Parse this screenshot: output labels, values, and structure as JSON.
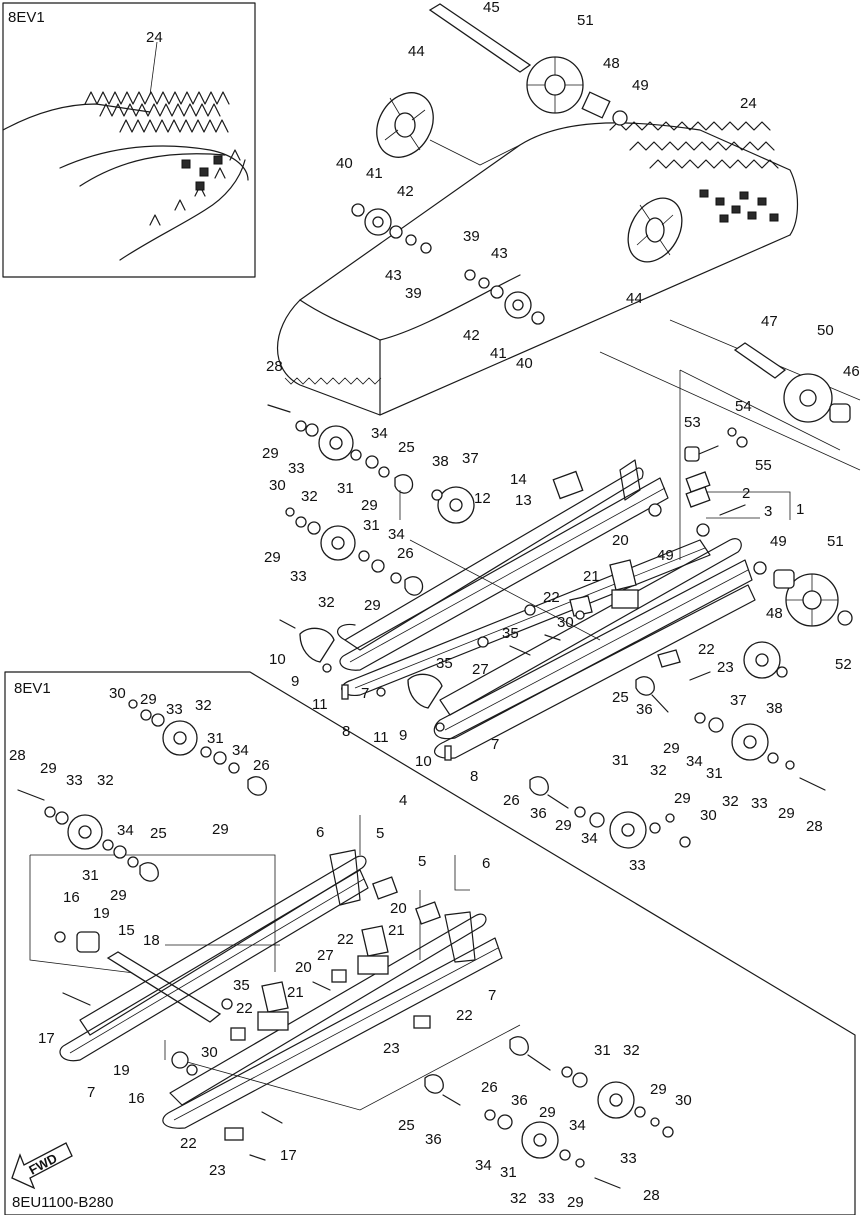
{
  "inset_top": {
    "label": "8EV1",
    "callout": "24"
  },
  "inset_bottom": {
    "label": "8EV1"
  },
  "figure_code": "8EU1100-B280",
  "fwd_label": "FWD",
  "callouts": [
    {
      "id": "c45",
      "t": "45"
    },
    {
      "id": "c51a",
      "t": "51"
    },
    {
      "id": "c44a",
      "t": "44"
    },
    {
      "id": "c48a",
      "t": "48"
    },
    {
      "id": "c49a",
      "t": "49"
    },
    {
      "id": "c24",
      "t": "24"
    },
    {
      "id": "c40a",
      "t": "40"
    },
    {
      "id": "c41a",
      "t": "41"
    },
    {
      "id": "c42a",
      "t": "42"
    },
    {
      "id": "c39a",
      "t": "39"
    },
    {
      "id": "c43a",
      "t": "43"
    },
    {
      "id": "c43b",
      "t": "43"
    },
    {
      "id": "c39b",
      "t": "39"
    },
    {
      "id": "c44b",
      "t": "44"
    },
    {
      "id": "c42b",
      "t": "42"
    },
    {
      "id": "c41b",
      "t": "41"
    },
    {
      "id": "c40b",
      "t": "40"
    },
    {
      "id": "c47",
      "t": "47"
    },
    {
      "id": "c50",
      "t": "50"
    },
    {
      "id": "c46",
      "t": "46"
    },
    {
      "id": "c28a",
      "t": "28"
    },
    {
      "id": "c54",
      "t": "54"
    },
    {
      "id": "c53",
      "t": "53"
    },
    {
      "id": "c55",
      "t": "55"
    },
    {
      "id": "c34a",
      "t": "34"
    },
    {
      "id": "c25a",
      "t": "25"
    },
    {
      "id": "c38a",
      "t": "38"
    },
    {
      "id": "c37a",
      "t": "37"
    },
    {
      "id": "c14",
      "t": "14"
    },
    {
      "id": "c29a",
      "t": "29"
    },
    {
      "id": "c33a",
      "t": "33"
    },
    {
      "id": "c31a",
      "t": "31"
    },
    {
      "id": "c29b",
      "t": "29"
    },
    {
      "id": "c12",
      "t": "12"
    },
    {
      "id": "c13",
      "t": "13"
    },
    {
      "id": "c2",
      "t": "2"
    },
    {
      "id": "c32a",
      "t": "32"
    },
    {
      "id": "c30a",
      "t": "30"
    },
    {
      "id": "c3",
      "t": "3"
    },
    {
      "id": "c1",
      "t": "1"
    },
    {
      "id": "c31b",
      "t": "31"
    },
    {
      "id": "c34b",
      "t": "34"
    },
    {
      "id": "c49b",
      "t": "49"
    },
    {
      "id": "c49c",
      "t": "49"
    },
    {
      "id": "c20a",
      "t": "20"
    },
    {
      "id": "c29c",
      "t": "29"
    },
    {
      "id": "c26a",
      "t": "26"
    },
    {
      "id": "c33b",
      "t": "33"
    },
    {
      "id": "c21a",
      "t": "21"
    },
    {
      "id": "c51b",
      "t": "51"
    },
    {
      "id": "c32b",
      "t": "32"
    },
    {
      "id": "c29d",
      "t": "29"
    },
    {
      "id": "c22a",
      "t": "22"
    },
    {
      "id": "c30b",
      "t": "30"
    },
    {
      "id": "c48b",
      "t": "48"
    },
    {
      "id": "c35a",
      "t": "35"
    },
    {
      "id": "c10a",
      "t": "10"
    },
    {
      "id": "c22b",
      "t": "22"
    },
    {
      "id": "c52",
      "t": "52"
    },
    {
      "id": "c35b",
      "t": "35"
    },
    {
      "id": "c27a",
      "t": "27"
    },
    {
      "id": "c9a",
      "t": "9"
    },
    {
      "id": "c23a",
      "t": "23"
    },
    {
      "id": "c11a",
      "t": "11"
    },
    {
      "id": "c7a",
      "t": "7"
    },
    {
      "id": "c37b",
      "t": "37"
    },
    {
      "id": "c38b",
      "t": "38"
    },
    {
      "id": "c8a",
      "t": "8"
    },
    {
      "id": "c11b",
      "t": "11"
    },
    {
      "id": "c9b",
      "t": "9"
    },
    {
      "id": "c25b",
      "t": "25"
    },
    {
      "id": "c36a",
      "t": "36"
    },
    {
      "id": "c7b",
      "t": "7"
    },
    {
      "id": "c10b",
      "t": "10"
    },
    {
      "id": "c29e",
      "t": "29"
    },
    {
      "id": "c34c",
      "t": "34"
    },
    {
      "id": "c31c",
      "t": "31"
    },
    {
      "id": "c8b",
      "t": "8"
    },
    {
      "id": "c31d",
      "t": "31"
    },
    {
      "id": "c32c",
      "t": "32"
    },
    {
      "id": "c29f",
      "t": "29"
    },
    {
      "id": "c26b",
      "t": "26"
    },
    {
      "id": "c36b",
      "t": "36"
    },
    {
      "id": "c29g",
      "t": "29"
    },
    {
      "id": "c34d",
      "t": "34"
    },
    {
      "id": "c32d",
      "t": "32"
    },
    {
      "id": "c33c",
      "t": "33"
    },
    {
      "id": "c29h",
      "t": "29"
    },
    {
      "id": "c28b",
      "t": "28"
    },
    {
      "id": "c30c",
      "t": "30"
    },
    {
      "id": "c33d",
      "t": "33"
    },
    {
      "id": "d30",
      "t": "30"
    },
    {
      "id": "d29a",
      "t": "29"
    },
    {
      "id": "d33a",
      "t": "33"
    },
    {
      "id": "d32a",
      "t": "32"
    },
    {
      "id": "d28",
      "t": "28"
    },
    {
      "id": "d29b",
      "t": "29"
    },
    {
      "id": "d33b",
      "t": "33"
    },
    {
      "id": "d32b",
      "t": "32"
    },
    {
      "id": "d31a",
      "t": "31"
    },
    {
      "id": "d34a",
      "t": "34"
    },
    {
      "id": "d26",
      "t": "26"
    },
    {
      "id": "d29c",
      "t": "29"
    },
    {
      "id": "d34b",
      "t": "34"
    },
    {
      "id": "d31b",
      "t": "31"
    },
    {
      "id": "d25",
      "t": "25"
    },
    {
      "id": "d29d",
      "t": "29"
    },
    {
      "id": "d16a",
      "t": "16"
    },
    {
      "id": "d19a",
      "t": "19"
    },
    {
      "id": "d15",
      "t": "15"
    },
    {
      "id": "d18",
      "t": "18"
    },
    {
      "id": "d4",
      "t": "4"
    },
    {
      "id": "d6a",
      "t": "6"
    },
    {
      "id": "d5a",
      "t": "5"
    },
    {
      "id": "d5b",
      "t": "5"
    },
    {
      "id": "d6b",
      "t": "6"
    },
    {
      "id": "d20a",
      "t": "20"
    },
    {
      "id": "d22a",
      "t": "22"
    },
    {
      "id": "d21a",
      "t": "21"
    },
    {
      "id": "d27",
      "t": "27"
    },
    {
      "id": "d20b",
      "t": "20"
    },
    {
      "id": "d21b",
      "t": "21"
    },
    {
      "id": "d35",
      "t": "35"
    },
    {
      "id": "d22b",
      "t": "22"
    },
    {
      "id": "d22c",
      "t": "22"
    },
    {
      "id": "d7a",
      "t": "7"
    },
    {
      "id": "d17a",
      "t": "17"
    },
    {
      "id": "d30b",
      "t": "30"
    },
    {
      "id": "d23a",
      "t": "23"
    },
    {
      "id": "d19b",
      "t": "19"
    },
    {
      "id": "d7b",
      "t": "7"
    },
    {
      "id": "d16b",
      "t": "16"
    },
    {
      "id": "d31c",
      "t": "31"
    },
    {
      "id": "d32c",
      "t": "32"
    },
    {
      "id": "d26b",
      "t": "26"
    },
    {
      "id": "d36a",
      "t": "36"
    },
    {
      "id": "d29e",
      "t": "29"
    },
    {
      "id": "d30c",
      "t": "30"
    },
    {
      "id": "d34c",
      "t": "34"
    },
    {
      "id": "d25b",
      "t": "25"
    },
    {
      "id": "d36b",
      "t": "36"
    },
    {
      "id": "d29f",
      "t": "29"
    },
    {
      "id": "d33c",
      "t": "33"
    },
    {
      "id": "d22d",
      "t": "22"
    },
    {
      "id": "d17b",
      "t": "17"
    },
    {
      "id": "d34d",
      "t": "34"
    },
    {
      "id": "d31d",
      "t": "31"
    },
    {
      "id": "d23b",
      "t": "23"
    },
    {
      "id": "d32d",
      "t": "32"
    },
    {
      "id": "d33d",
      "t": "33"
    },
    {
      "id": "d29g",
      "t": "29"
    },
    {
      "id": "d28b",
      "t": "28"
    }
  ]
}
